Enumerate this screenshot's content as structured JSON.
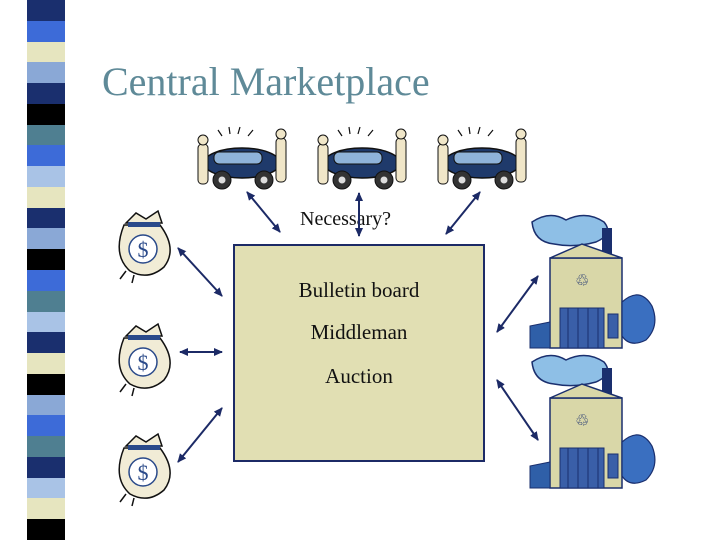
{
  "slide": {
    "title": "Central Marketplace",
    "question": "Necessary?",
    "box_lines": [
      "Bulletin board",
      "Middleman",
      "Auction"
    ]
  },
  "icons": {
    "buyers": "car-with-people-icon",
    "money": "money-bag-icon",
    "sellers": "factory-icon"
  },
  "colors": {
    "title": "#5f8a98",
    "box_fill": "#e1dfb3",
    "box_border": "#1c2a66",
    "arrow": "#1c2a66",
    "strip": [
      "#1a2f6e",
      "#3d6bd8",
      "#e6e5bf",
      "#8aa8d6",
      "#000000",
      "#4f7f91",
      "#a9c3e6"
    ]
  }
}
